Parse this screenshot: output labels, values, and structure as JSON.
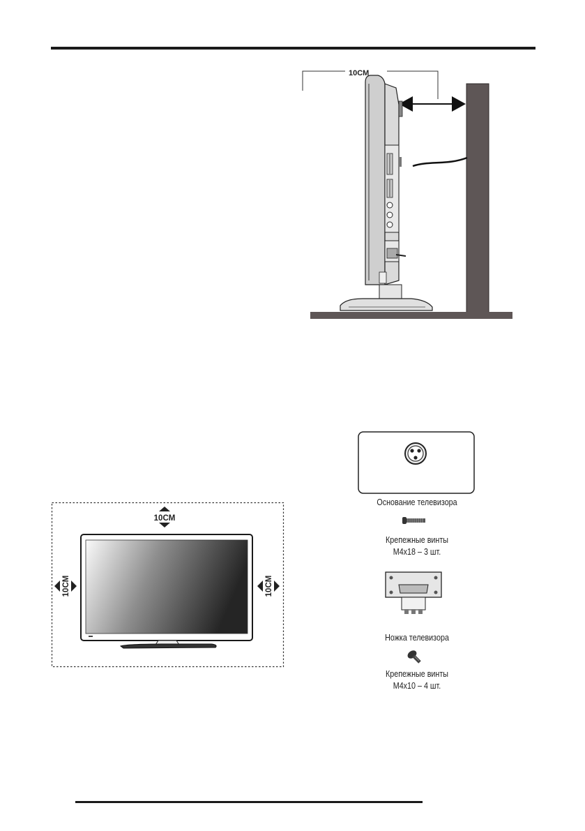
{
  "side_view": {
    "gap_label": "10CM"
  },
  "front_view": {
    "top_label": "10CM",
    "left_label": "10CM",
    "right_label": "10CM"
  },
  "parts": {
    "base_label": "Основание телевизора",
    "screws_long_title": "Крепежные винты",
    "screws_long_spec": "M4x18 – 3 шт.",
    "stand_label": "Ножка телевизора",
    "screws_short_title": "Крепежные винты",
    "screws_short_spec": "M4x10 – 4 шт."
  }
}
